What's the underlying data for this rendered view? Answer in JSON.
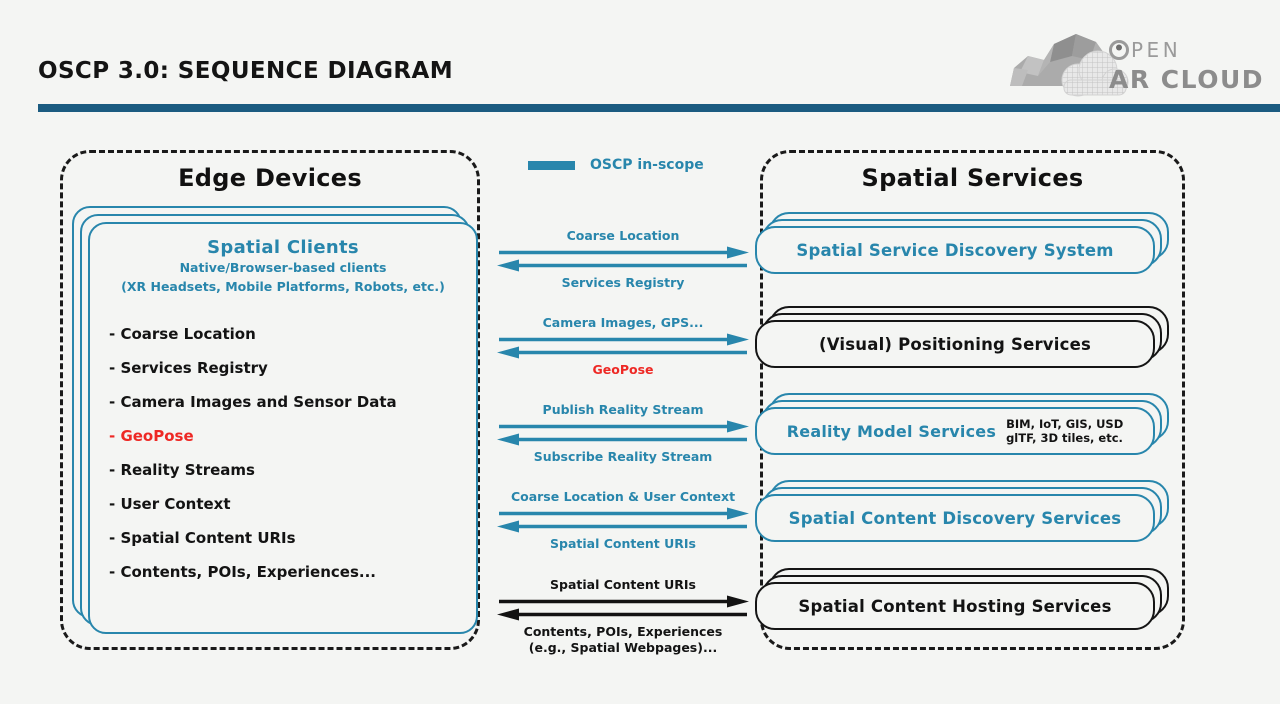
{
  "page": {
    "title": "OSCP 3.0: SEQUENCE DIAGRAM"
  },
  "logo": {
    "word1": "PEN",
    "word2": "AR CLOUD",
    "o_icon": "open-ar-cloud-o-mark"
  },
  "legend": {
    "label": "OSCP in-scope"
  },
  "edge_devices": {
    "title": "Edge Devices",
    "clients_box": {
      "title": "Spatial Clients",
      "subtitle1": "Native/Browser-based clients",
      "subtitle2": "(XR Headsets, Mobile Platforms, Robots, etc.)",
      "items": [
        {
          "label": "- Coarse Location"
        },
        {
          "label": "- Services Registry"
        },
        {
          "label": "- Camera Images and Sensor Data"
        },
        {
          "label": "- GeoPose"
        },
        {
          "label": "- Reality Streams"
        },
        {
          "label": "- User Context"
        },
        {
          "label": "- Spatial Content URIs"
        },
        {
          "label": "- Contents, POIs, Experiences..."
        }
      ]
    }
  },
  "flows": [
    {
      "to_label": "Coarse Location",
      "from_label": "Services Registry"
    },
    {
      "to_label": "Camera Images, GPS...",
      "from_label": "GeoPose"
    },
    {
      "to_label": "Publish Reality Stream",
      "from_label": "Subscribe Reality Stream"
    },
    {
      "to_label": "Coarse Location & User Context",
      "from_label": "Spatial Content URIs"
    },
    {
      "to_label": "Spatial Content URIs",
      "from_label_line1": "Contents, POIs, Experiences",
      "from_label_line2": "(e.g., Spatial Webpages)..."
    }
  ],
  "spatial_services": {
    "title": "Spatial Services",
    "boxes": [
      {
        "label": "Spatial Service Discovery System",
        "style": "blue"
      },
      {
        "label": "(Visual) Positioning Services",
        "style": "black"
      },
      {
        "label": "Reality Model Services",
        "style": "blue",
        "note_line1": "BIM, IoT, GIS, USD",
        "note_line2": "glTF, 3D tiles, etc."
      },
      {
        "label": "Spatial Content Discovery Services",
        "style": "blue"
      },
      {
        "label": "Spatial Content Hosting Services",
        "style": "black"
      }
    ]
  },
  "colors": {
    "accent_blue": "#2886ac",
    "header_rule_blue": "#1b5b80",
    "alert_red": "#ee2824",
    "text_black": "#131313",
    "background": "#f4f5f3",
    "logo_gray": "#8c8c8c"
  }
}
